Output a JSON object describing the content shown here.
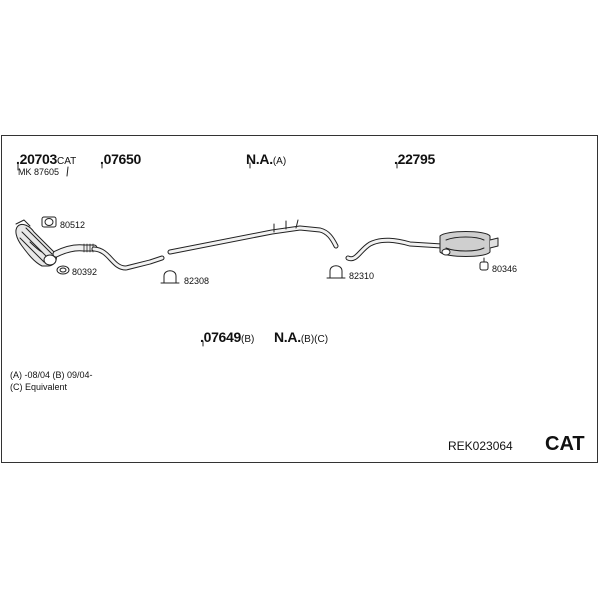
{
  "parts": {
    "p1_num": ".20703",
    "p1_sfx": "CAT",
    "p1_sub": "MK 87605",
    "p2_num": ".07650",
    "p3_num": "N.A.",
    "p3_sfx": "(A)",
    "p4_num": ".22795",
    "p5_num": ".07649",
    "p5_sfx": "(B)",
    "p6_num": "N.A.",
    "p6_sfx": "(B)(C)"
  },
  "callouts": {
    "c80512": "80512",
    "c80392": "80392",
    "c82308": "82308",
    "c82310": "82310",
    "c80346": "80346"
  },
  "notes": {
    "line1": "(A) -08/04 (B) 09/04-",
    "line2": "(C) Equivalent"
  },
  "footer": {
    "ref_code": "REK023064",
    "type_label": "CAT"
  }
}
